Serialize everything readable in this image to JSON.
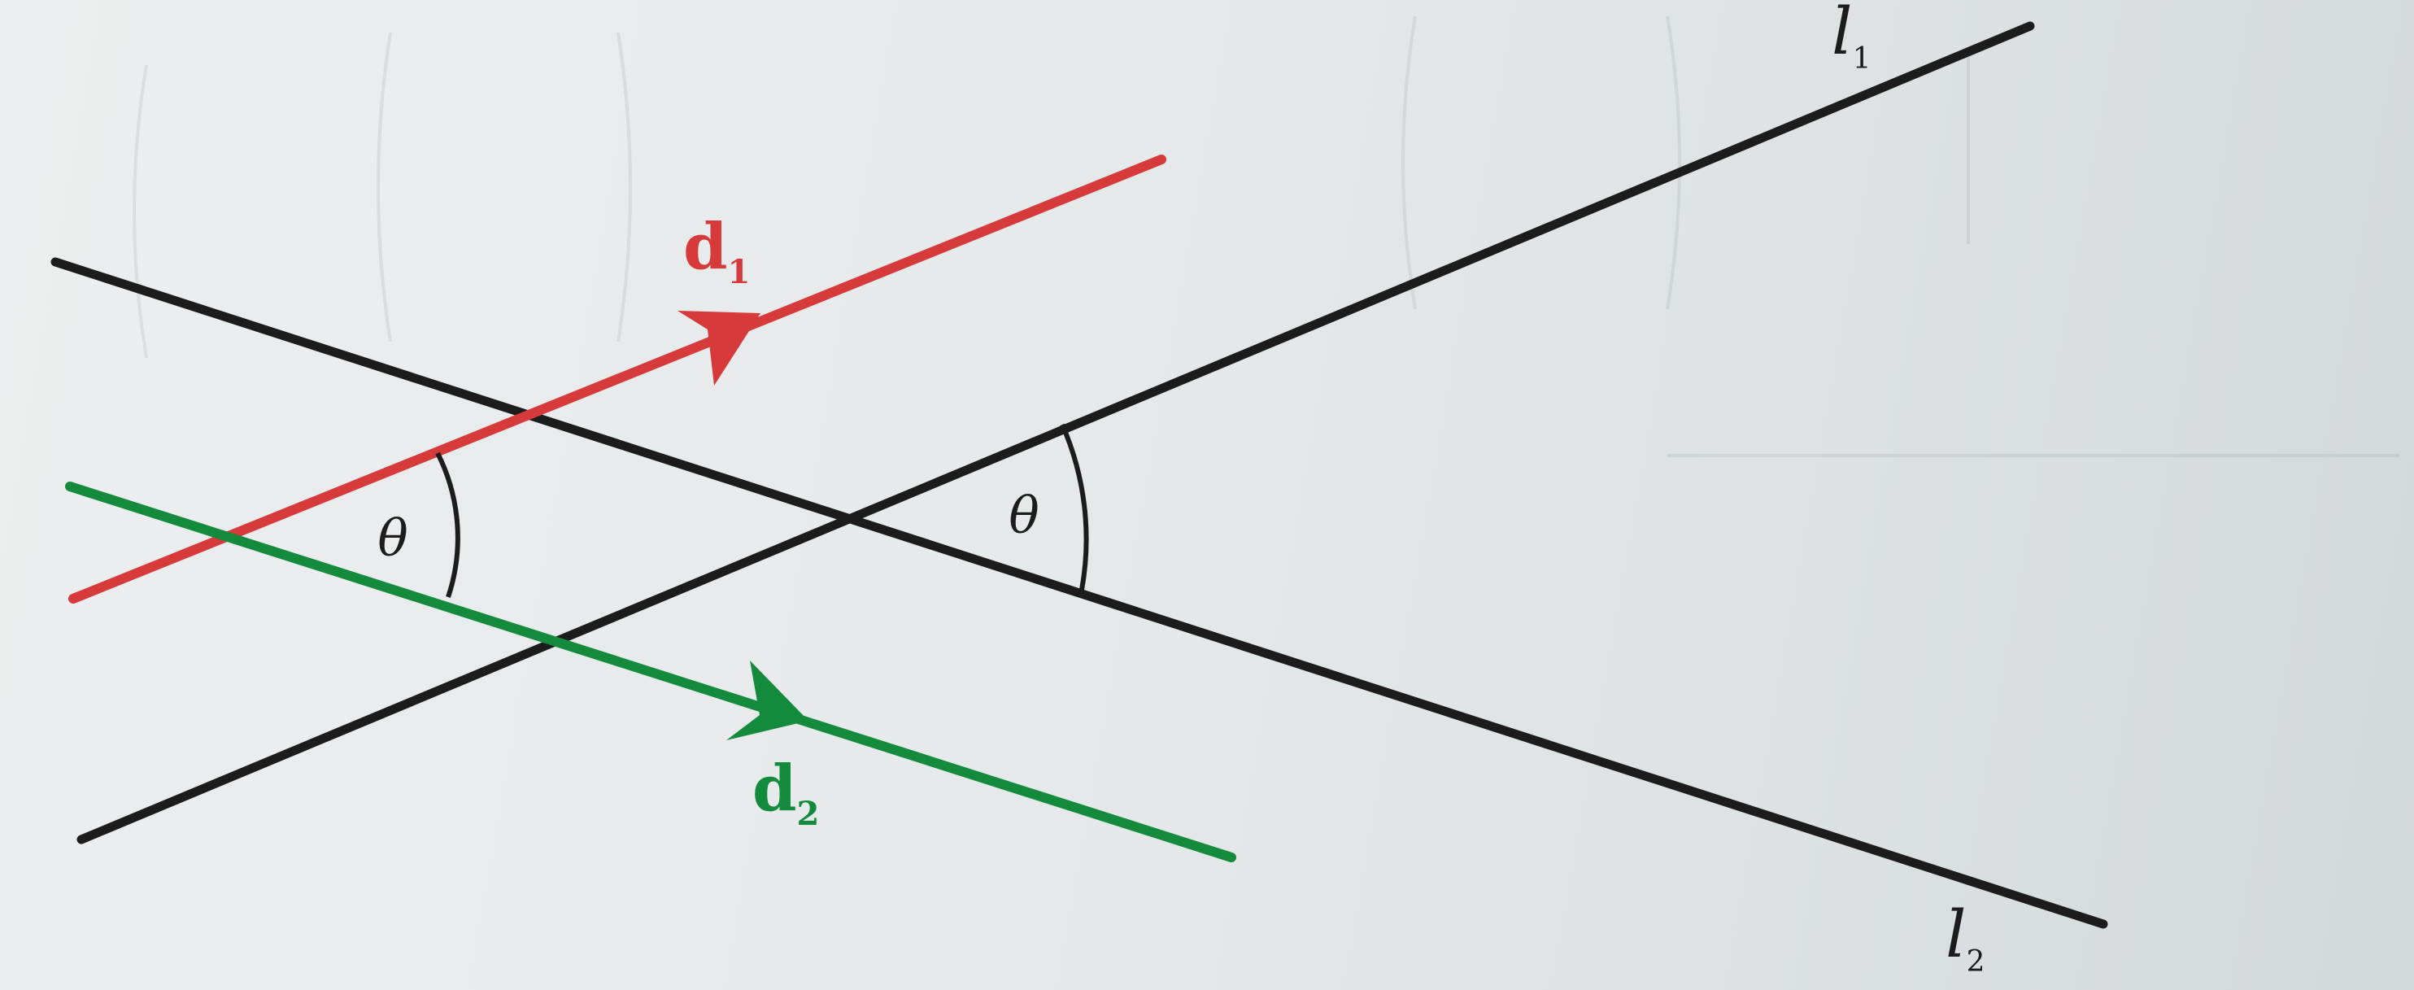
{
  "labels": {
    "line1": {
      "main": "l",
      "sub": "1"
    },
    "line2": {
      "main": "l",
      "sub": "2"
    },
    "vector1": {
      "main": "d",
      "sub": "1"
    },
    "vector2": {
      "main": "d",
      "sub": "2"
    },
    "angle_left": "θ",
    "angle_right": "θ"
  },
  "colors": {
    "line": "#1c1c1c",
    "vector1": "#d63a3a",
    "vector2": "#138a3c",
    "background": "#e6e9ea"
  }
}
